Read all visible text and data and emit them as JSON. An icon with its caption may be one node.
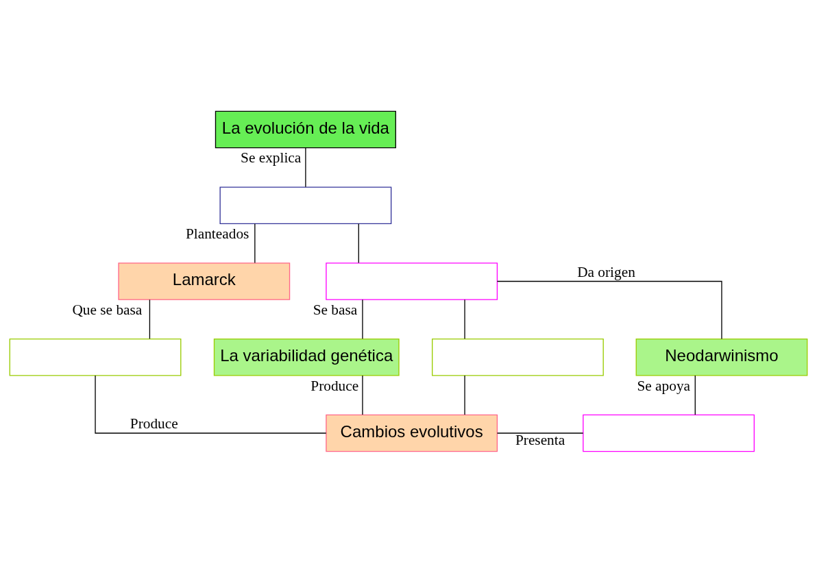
{
  "diagram": {
    "nodes": [
      {
        "text": [
          "La evolución de la vida"
        ]
      },
      {
        "text": [],
        "shape": "box"
      },
      {
        "text": [
          "Lamarck"
        ]
      },
      {
        "text": [],
        "shape": "box"
      },
      {
        "text": [],
        "shape": "box"
      },
      {
        "text": [
          "La variabilidad genética"
        ]
      },
      {
        "text": [],
        "shape": "box"
      },
      {
        "text": [
          "Neodarwinismo"
        ]
      },
      {
        "text": [
          "Cambios evolutivos"
        ]
      },
      {
        "text": [],
        "shape": "box"
      }
    ],
    "edges": [
      {
        "from": 0,
        "to": 1,
        "arrow": "none",
        "label": "Se explica"
      },
      {
        "from": 1,
        "to": 2,
        "arrow": "none",
        "label": "Planteados"
      },
      {
        "from": 1,
        "to": 3,
        "arrow": "none"
      },
      {
        "from": 2,
        "to": 4,
        "arrow": "none",
        "label": "Que se basa"
      },
      {
        "from": 3,
        "to": 5,
        "arrow": "none",
        "label": "Se basa"
      },
      {
        "from": 3,
        "to": 6,
        "arrow": "none"
      },
      {
        "from": 3,
        "to": 7,
        "arrow": "none",
        "label": "Da origen"
      },
      {
        "from": 4,
        "to": 8,
        "arrow": "none",
        "label": "Produce"
      },
      {
        "from": 5,
        "to": 8,
        "arrow": "none",
        "label": "Produce"
      },
      {
        "from": 6,
        "to": 8,
        "arrow": "none"
      },
      {
        "from": 7,
        "to": 9,
        "arrow": "none",
        "label": "Se apoya"
      },
      {
        "from": 8,
        "to": 9,
        "arrow": "none",
        "label": "Presenta"
      }
    ]
  }
}
